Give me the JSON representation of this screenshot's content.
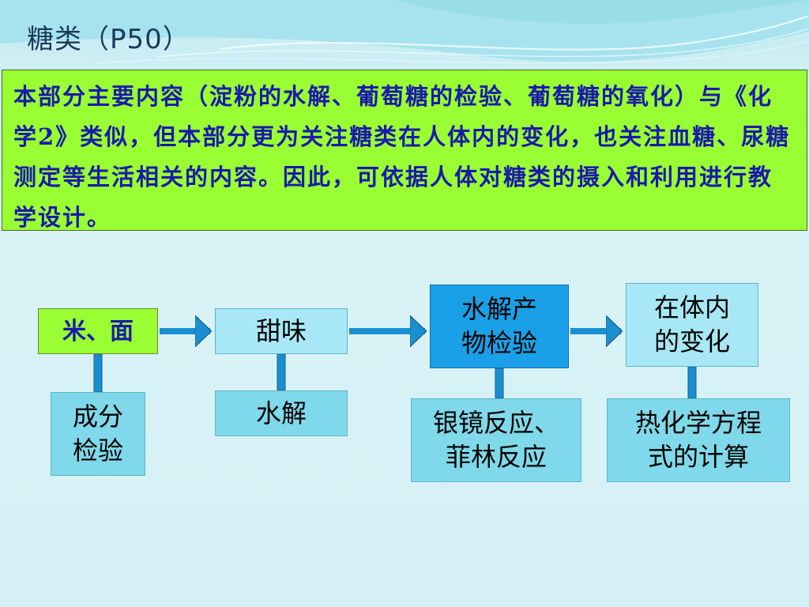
{
  "slide": {
    "title": "糖类（P50）",
    "intro": "本部分主要内容（淀粉的水解、葡萄糖的检验、葡萄糖的氧化）与《化学2》类似，但本部分更为关注糖类在人体内的变化，也关注血糖、尿糖测定等生活相关的内容。因此，可依据人体对糖类的摄入和利用进行教学设计。"
  },
  "diagram": {
    "nodes": [
      {
        "id": "rice-noodle",
        "lines": [
          "米、面"
        ],
        "color": "#99ff33",
        "text_color": "#1a1aaa"
      },
      {
        "id": "sweet-taste",
        "lines": [
          "甜味"
        ],
        "color": "#a8e8f6",
        "text_color": "#000000"
      },
      {
        "id": "hydrolysis-product-test",
        "lines": [
          "水解产",
          "物检验"
        ],
        "color": "#1aa0e6",
        "text_color": "#000000"
      },
      {
        "id": "change-in-body",
        "lines": [
          "在体内",
          "的变化"
        ],
        "color": "#a8e8f6",
        "text_color": "#000000"
      },
      {
        "id": "component-test",
        "lines": [
          "成分",
          "检验"
        ],
        "color": "#7fd9ea",
        "text_color": "#000000"
      },
      {
        "id": "hydrolysis",
        "lines": [
          "水解"
        ],
        "color": "#7fd9ea",
        "text_color": "#000000"
      },
      {
        "id": "silver-mirror-fehling",
        "lines": [
          "银镜反应、",
          "菲林反应"
        ],
        "color": "#7fd9ea",
        "text_color": "#000000"
      },
      {
        "id": "thermochemical-calc",
        "lines": [
          "热化学方程",
          "式的计算"
        ],
        "color": "#7fd9ea",
        "text_color": "#000000"
      }
    ],
    "flow": [
      [
        "rice-noodle",
        "sweet-taste"
      ],
      [
        "sweet-taste",
        "hydrolysis-product-test"
      ],
      [
        "hydrolysis-product-test",
        "change-in-body"
      ]
    ],
    "links": [
      [
        "rice-noodle",
        "component-test"
      ],
      [
        "sweet-taste",
        "hydrolysis"
      ],
      [
        "hydrolysis-product-test",
        "silver-mirror-fehling"
      ],
      [
        "change-in-body",
        "thermochemical-calc"
      ]
    ],
    "connector_color": "#1a8fd0"
  }
}
